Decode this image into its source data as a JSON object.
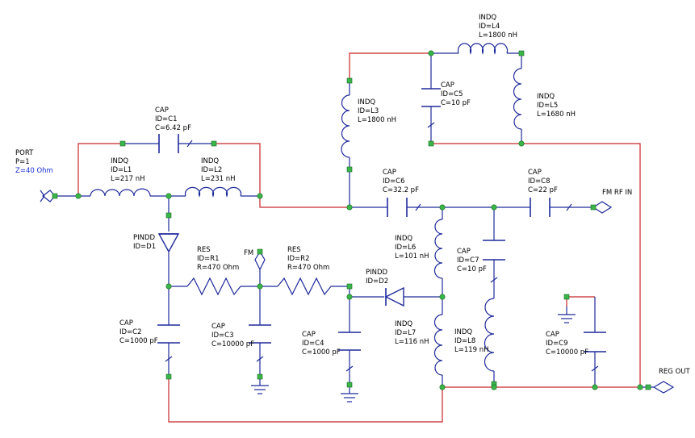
{
  "components": {
    "port": {
      "type": "PORT",
      "id": "P=1",
      "value": "Z=40 Ohm"
    },
    "c1": {
      "type": "CAP",
      "id": "ID=C1",
      "value": "C=6.42 pF"
    },
    "l1": {
      "type": "INDQ",
      "id": "ID=L1",
      "value": "L=217 nH"
    },
    "l2": {
      "type": "INDQ",
      "id": "ID=L2",
      "value": "L=231 nH"
    },
    "l3": {
      "type": "INDQ",
      "id": "ID=L3",
      "value": "L=1800 nH"
    },
    "l4": {
      "type": "INDQ",
      "id": "ID=L4",
      "value": "L=1800 nH"
    },
    "l5": {
      "type": "INDQ",
      "id": "ID=L5",
      "value": "L=1680 nH"
    },
    "c5": {
      "type": "CAP",
      "id": "ID=C5",
      "value": "C=10 pF"
    },
    "c6": {
      "type": "CAP",
      "id": "ID=C6",
      "value": "C=32.2 pF"
    },
    "c8": {
      "type": "CAP",
      "id": "ID=C8",
      "value": "C=22 pF"
    },
    "d1": {
      "type": "PINDD",
      "id": "ID=D1"
    },
    "d2": {
      "type": "PINDD",
      "id": "ID=D2"
    },
    "r1": {
      "type": "RES",
      "id": "ID=R1",
      "value": "R=470 Ohm"
    },
    "r2": {
      "type": "RES",
      "id": "ID=R2",
      "value": "R=470 Ohm"
    },
    "l6": {
      "type": "INDQ",
      "id": "ID=L6",
      "value": "L=101 nH"
    },
    "l7": {
      "type": "INDQ",
      "id": "ID=L7",
      "value": "L=116 nH"
    },
    "l8": {
      "type": "INDQ",
      "id": "ID=L8",
      "value": "L=119 nH"
    },
    "c7": {
      "type": "CAP",
      "id": "ID=C7",
      "value": "C=10 pF"
    },
    "c2": {
      "type": "CAP",
      "id": "ID=C2",
      "value": "C=1000 pF"
    },
    "c3": {
      "type": "CAP",
      "id": "ID=C3",
      "value": "C=10000 pF"
    },
    "c4": {
      "type": "CAP",
      "id": "ID=C4",
      "value": "C=1000 pF"
    },
    "c9": {
      "type": "CAP",
      "id": "ID=C9",
      "value": "C=10000 pF"
    }
  },
  "ports": {
    "fm": "FM",
    "fm_rf_in": "FM RF IN",
    "reg_out": "REG OUT"
  }
}
